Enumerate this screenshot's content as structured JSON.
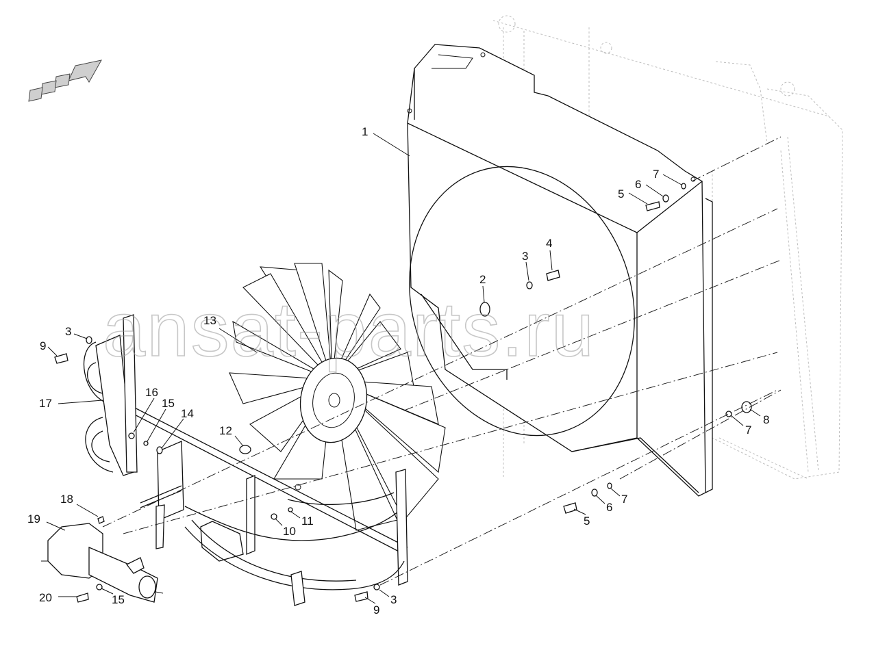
{
  "watermark": "ansat-parts.ru",
  "callouts": {
    "c1": "1",
    "c2": "2",
    "c3a": "3",
    "c3b": "3",
    "c3c": "3",
    "c4": "4",
    "c5a": "5",
    "c5b": "5",
    "c6a": "6",
    "c6b": "6",
    "c7a": "7",
    "c7b": "7",
    "c7c": "7",
    "c8": "8",
    "c9a": "9",
    "c9b": "9",
    "c10": "10",
    "c11": "11",
    "c12": "12",
    "c13": "13",
    "c14": "14",
    "c15a": "15",
    "c15b": "15",
    "c16": "16",
    "c17": "17",
    "c18": "18",
    "c19": "19",
    "c20": "20"
  }
}
